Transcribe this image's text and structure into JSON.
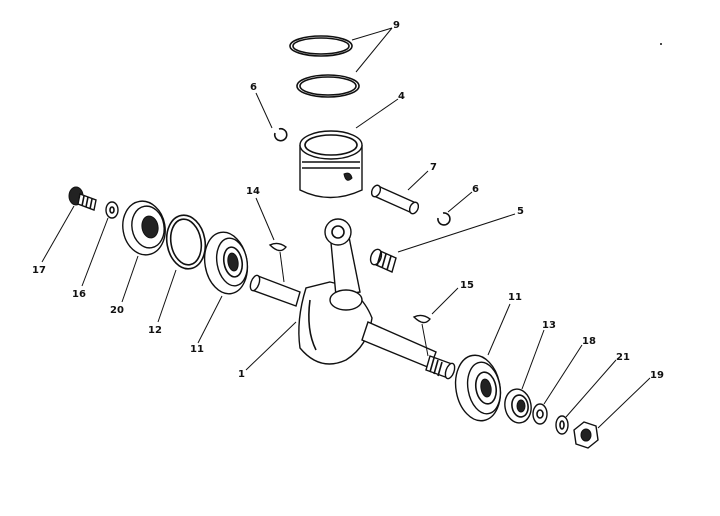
{
  "diagram": {
    "labels": {
      "piston_rings": "9",
      "piston": "4",
      "circlip_left": "6",
      "wrist_pin": "7",
      "circlip_right": "6",
      "needle_bearing": "5",
      "woodruff_key_left": "14",
      "woodruff_key_right": "15",
      "crankshaft": "1",
      "ball_bearing_left": "11",
      "ball_bearing_right": "11",
      "retainer_ring": "12",
      "seal_left": "20",
      "washer_left": "16",
      "screw": "17",
      "seal_right": "13",
      "washer_right": "18",
      "lock_washer": "21",
      "nut": "19"
    }
  }
}
